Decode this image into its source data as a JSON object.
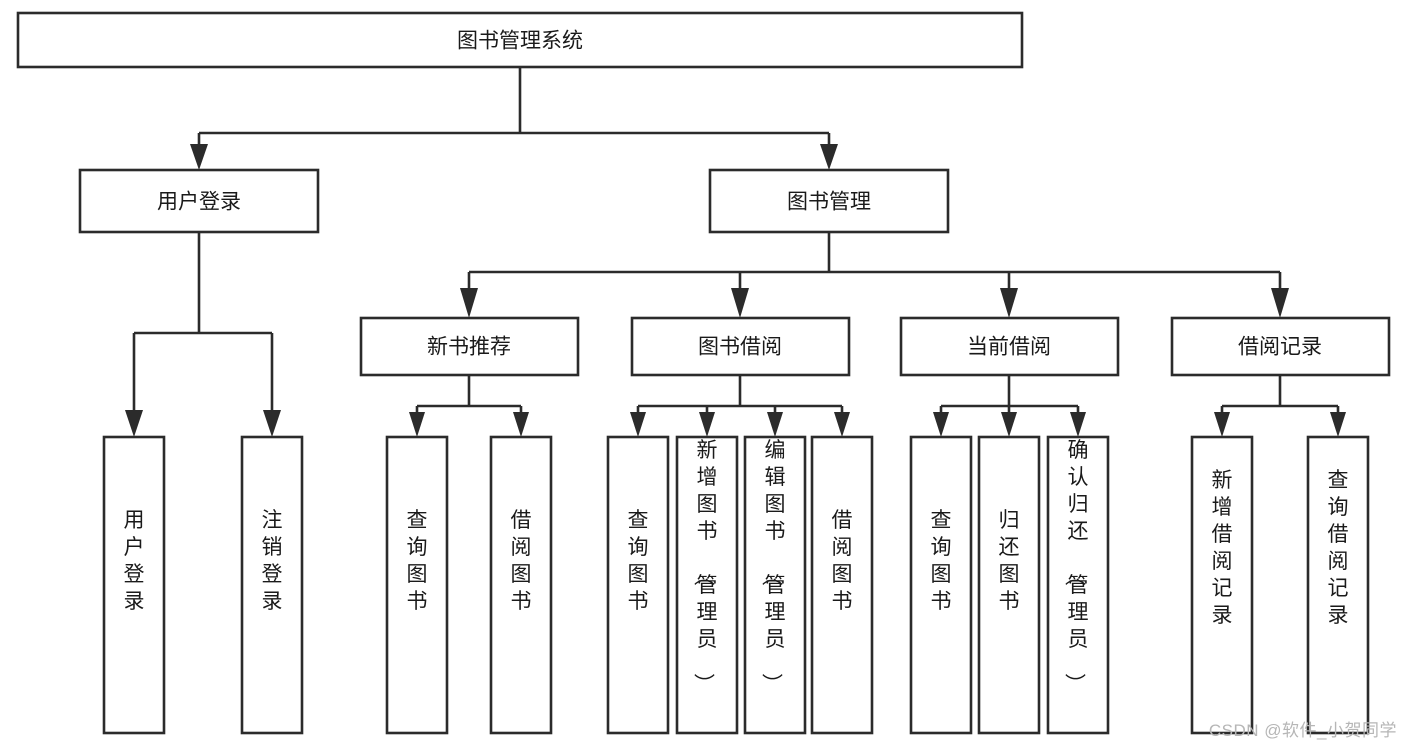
{
  "diagram": {
    "type": "tree-hierarchy-chart",
    "title": "图书管理系统",
    "colors": {
      "stroke": "#2b2b2b",
      "fill": "#ffffff",
      "text": "#1a1a1a",
      "background": "#ffffff",
      "watermark": "#b6b6b6"
    },
    "levels": {
      "root": {
        "label": "图书管理系统"
      },
      "level2": [
        {
          "label": "用户登录"
        },
        {
          "label": "图书管理"
        }
      ],
      "level3": [
        {
          "label": "新书推荐"
        },
        {
          "label": "图书借阅"
        },
        {
          "label": "当前借阅"
        },
        {
          "label": "借阅记录"
        }
      ],
      "leaves": {
        "user_login": [
          {
            "label": "用户登录"
          },
          {
            "label": "注销登录"
          }
        ],
        "new_book_recommend": [
          {
            "label": "查询图书"
          },
          {
            "label": "借阅图书"
          }
        ],
        "book_borrow": [
          {
            "label": "查询图书"
          },
          {
            "label": "新增图书（管理员）"
          },
          {
            "label": "编辑图书（管理员）"
          },
          {
            "label": "借阅图书"
          }
        ],
        "current_borrow": [
          {
            "label": "查询图书"
          },
          {
            "label": "归还图书"
          },
          {
            "label": "确认归还（管理员）"
          }
        ],
        "borrow_record": [
          {
            "label": "新增借阅记录"
          },
          {
            "label": "查询借阅记录"
          }
        ]
      }
    },
    "watermark": "CSDN @软件_小贺同学"
  }
}
